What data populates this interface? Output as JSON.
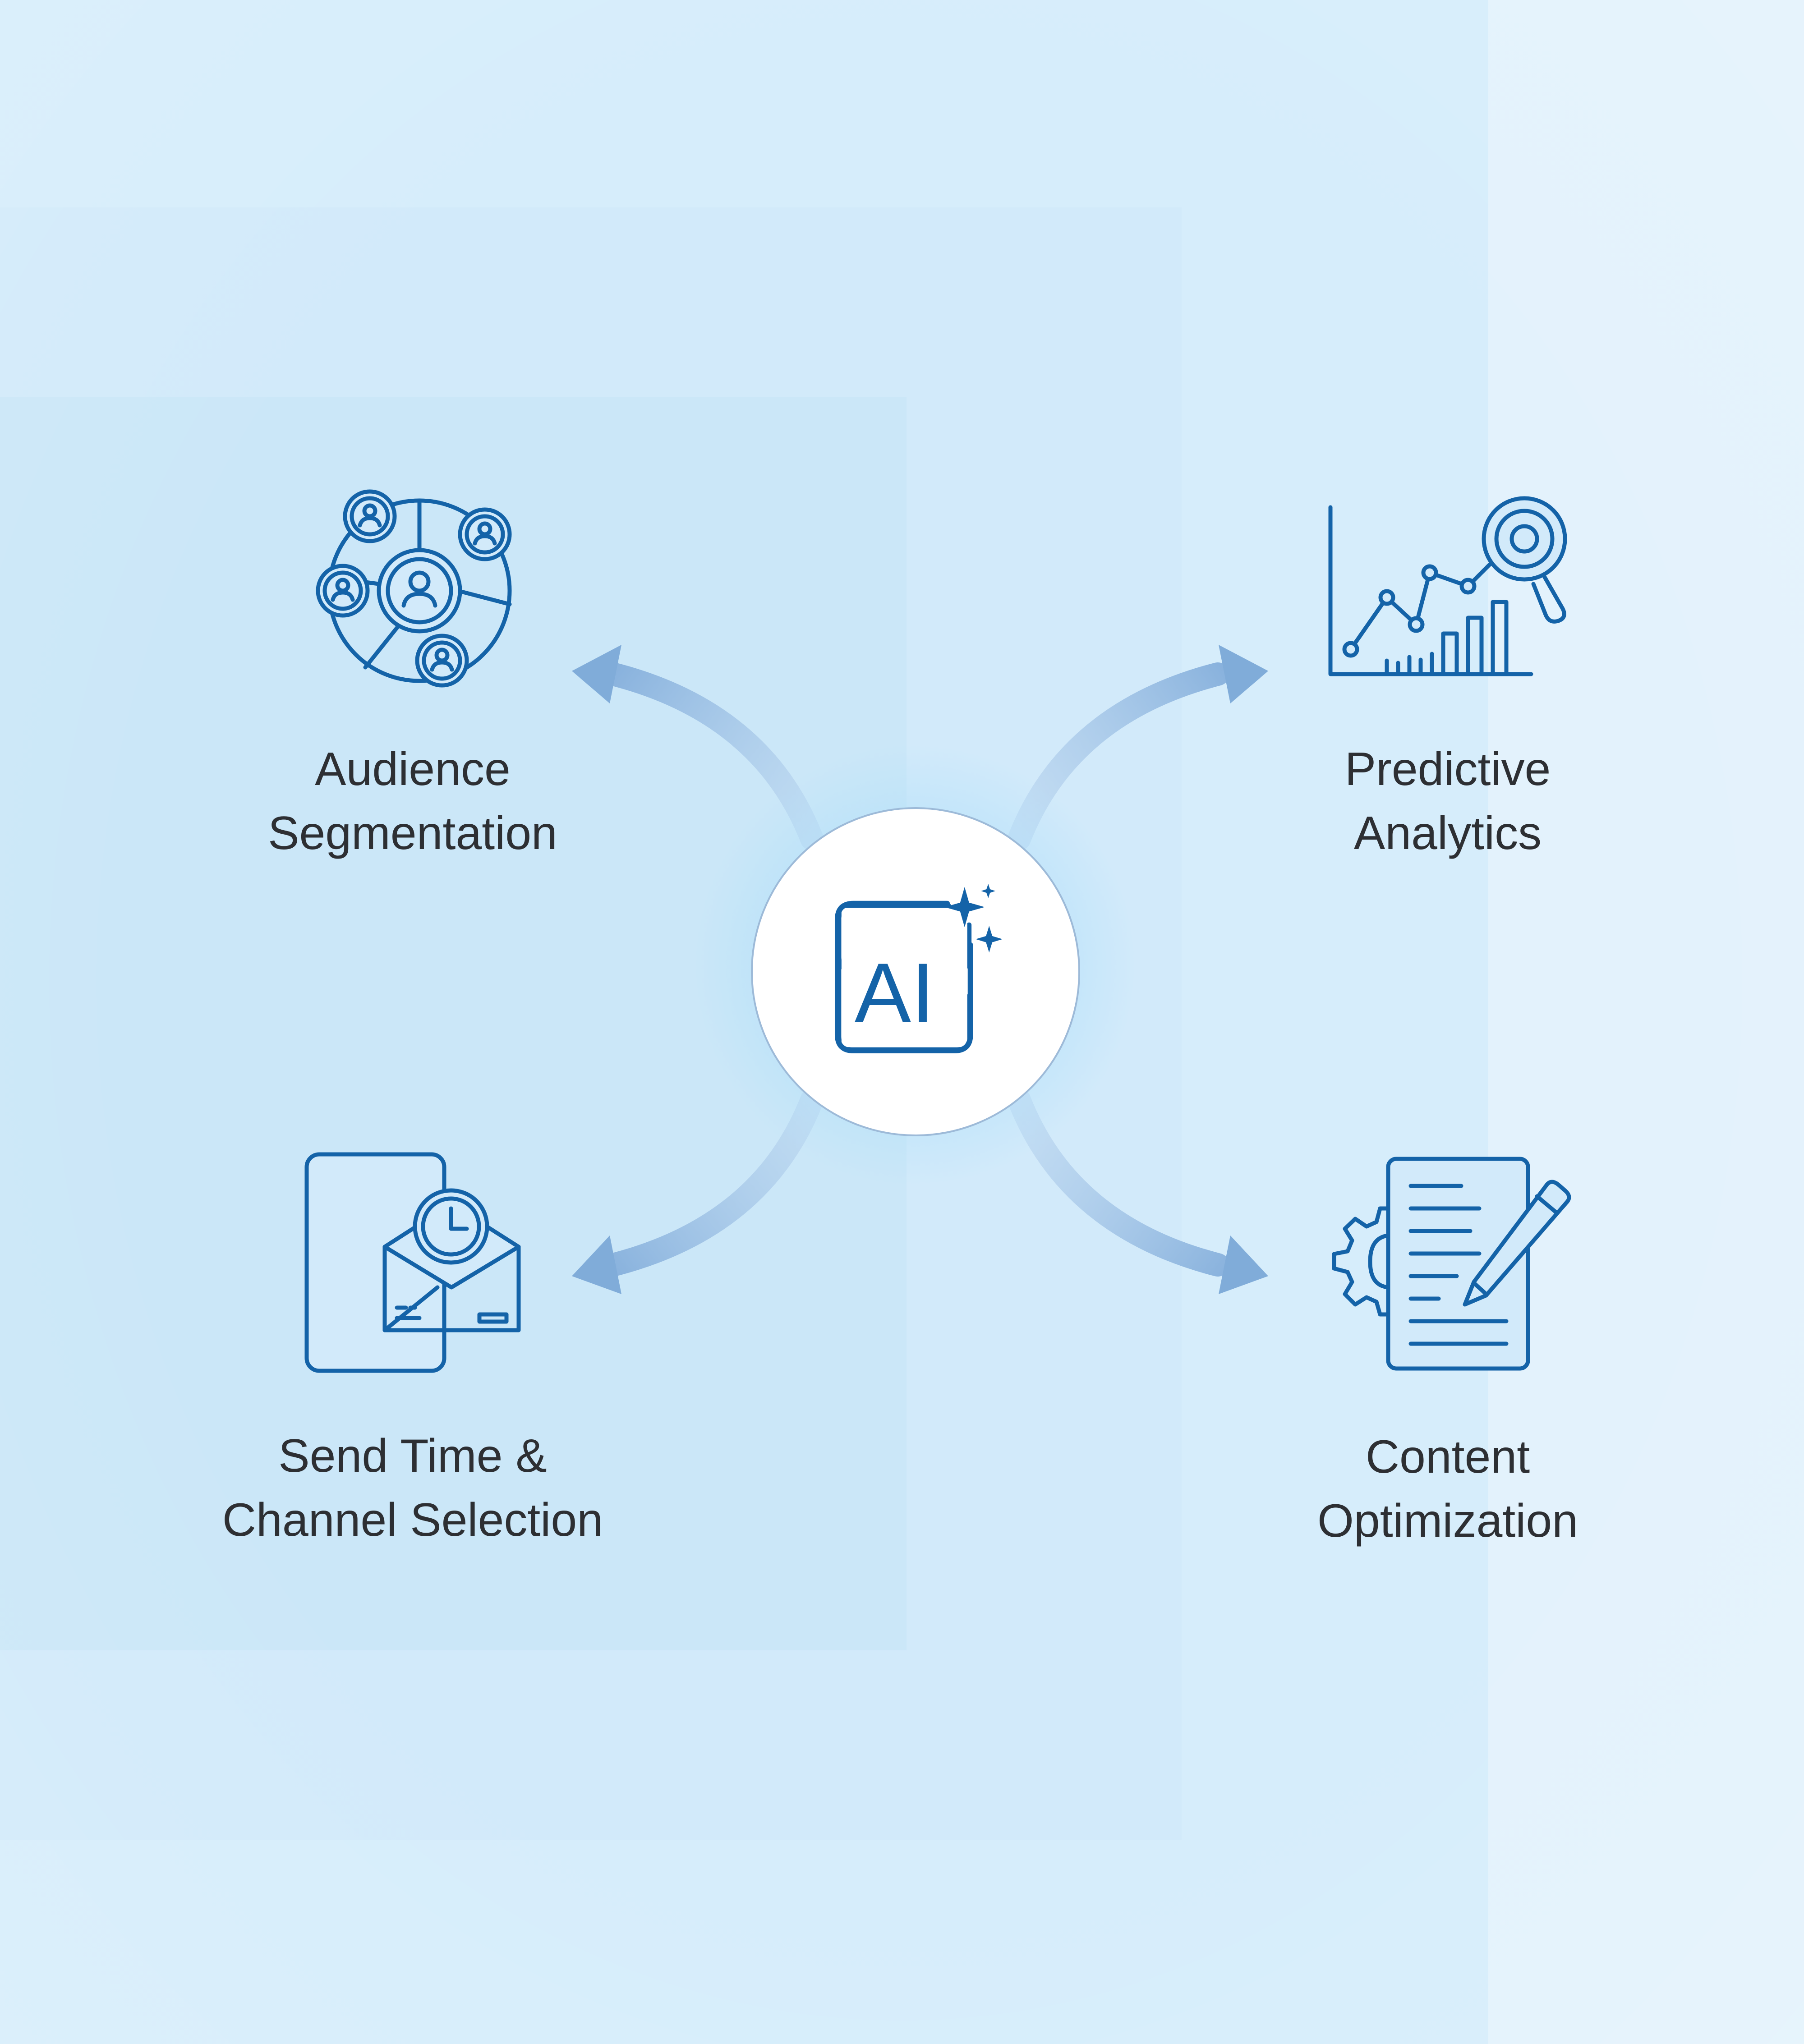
{
  "hub": {
    "label": "AI",
    "icon": "ai-sparkle-icon"
  },
  "colors": {
    "icon_stroke": "#1463a8",
    "arrow_fill": "#8fb5de",
    "label_text": "#2d2f33",
    "background": "#d2eafa"
  },
  "nodes": [
    {
      "icon": "audience-network-icon",
      "label_line_1": "Audience",
      "label_line_2": "Segmentation"
    },
    {
      "icon": "analytics-chart-magnifier-icon",
      "label_line_1": "Predictive",
      "label_line_2": "Analytics"
    },
    {
      "icon": "mobile-email-clock-icon",
      "label_line_1": "Send Time &",
      "label_line_2": "Channel Selection"
    },
    {
      "icon": "document-gear-pencil-icon",
      "label_line_1": "Content",
      "label_line_2": "Optimization"
    }
  ]
}
